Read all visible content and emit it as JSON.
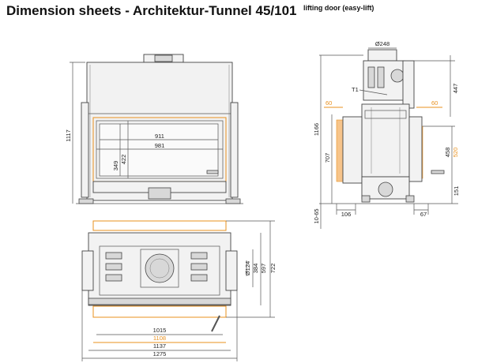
{
  "header": {
    "title": "Dimension sheets - Architektur-Tunnel 45/101",
    "subtitle": "lifting door (easy-lift)"
  },
  "front_view": {
    "height_total": "1117",
    "glass_width": "911",
    "door_width": "981",
    "glass_height": "349",
    "door_height": "422"
  },
  "side_view": {
    "flue_diameter": "Ø248",
    "label_t1": "T1",
    "left_offset": "60",
    "right_offset": "60",
    "height_total": "1166",
    "top_height": "447",
    "body_height": "707",
    "opening_height": "458",
    "opening_height_alt": "520",
    "base_height": "151",
    "foot_range": "10-65",
    "left_depth": "106",
    "right_depth": "67"
  },
  "top_view": {
    "flue_diameter": "Ø124",
    "inner_depth": "384",
    "mid_depth": "597",
    "total_depth": "722",
    "width_1": "1015",
    "width_2": "1108",
    "width_3": "1137",
    "width_4": "1275"
  }
}
